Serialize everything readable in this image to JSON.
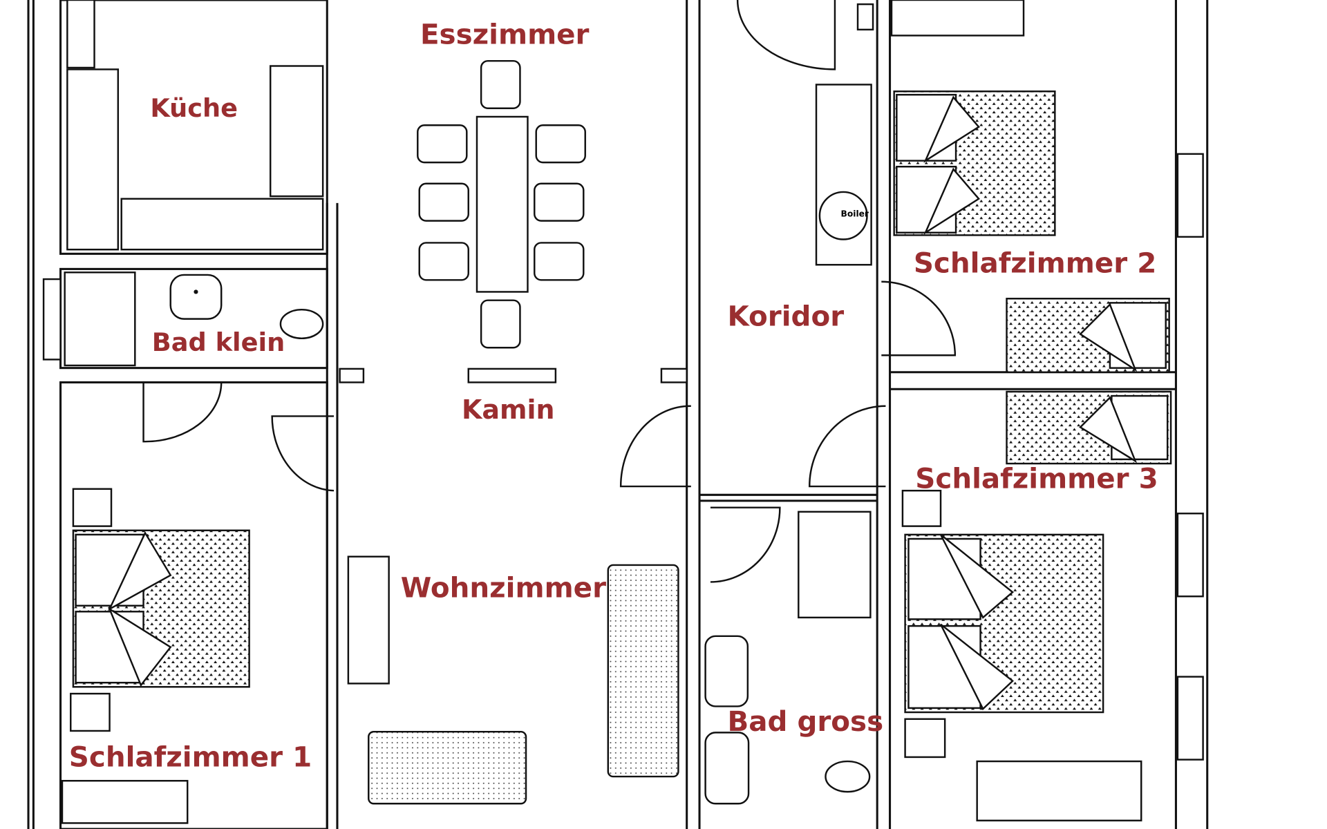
{
  "labels": {
    "esszimmer": "Esszimmer",
    "kueche": "Küche",
    "bad_klein": "Bad klein",
    "kamin": "Kamin",
    "koridor": "Koridor",
    "schlafzimmer_1": "Schlafzimmer 1",
    "schlafzimmer_2": "Schlafzimmer 2",
    "schlafzimmer_3": "Schlafzimmer 3",
    "wohnzimmer": "Wohnzimmer",
    "bad_gross": "Bad gross",
    "boiler": "Boiler"
  },
  "colors": {
    "label": "#9a2e30",
    "line": "#111111"
  }
}
